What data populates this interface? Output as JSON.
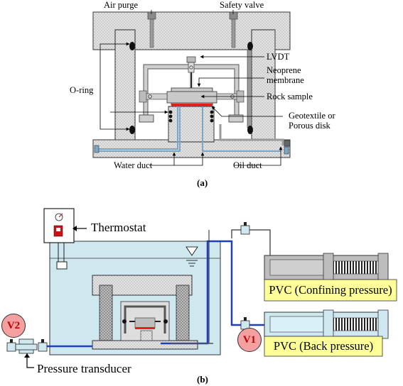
{
  "panel_a": {
    "caption": "(a)",
    "labels": {
      "air_purge": "Air purge",
      "safety_valve": "Safety valve",
      "lvdt": "LVDT",
      "neoprene_line1": "Neoprene",
      "neoprene_line2": "membrane",
      "o_ring": "O-ring",
      "rock_sample": "Rock sample",
      "geotextile_line1": "Geotextile or",
      "geotextile_line2": "Porous disk",
      "water_duct": "Water duct",
      "oil_duct": "Oil duct"
    }
  },
  "panel_b": {
    "caption": "(b)",
    "labels": {
      "thermostat": "Thermostat",
      "pressure_transducer": "Pressure transducer",
      "pvc_confining": "PVC (Confining pressure)",
      "pvc_back": "PVC (Back pressure)",
      "v1": "V1",
      "v2": "V2"
    }
  },
  "colors": {
    "water_fill": "#cfe8ef",
    "stipple_gray": "#d9d9d9",
    "dark_gray": "#8c8c8c",
    "duct_blue": "#1f3fbf",
    "sample_red": "#e02020",
    "valve_badge": "#f4a0a0"
  }
}
